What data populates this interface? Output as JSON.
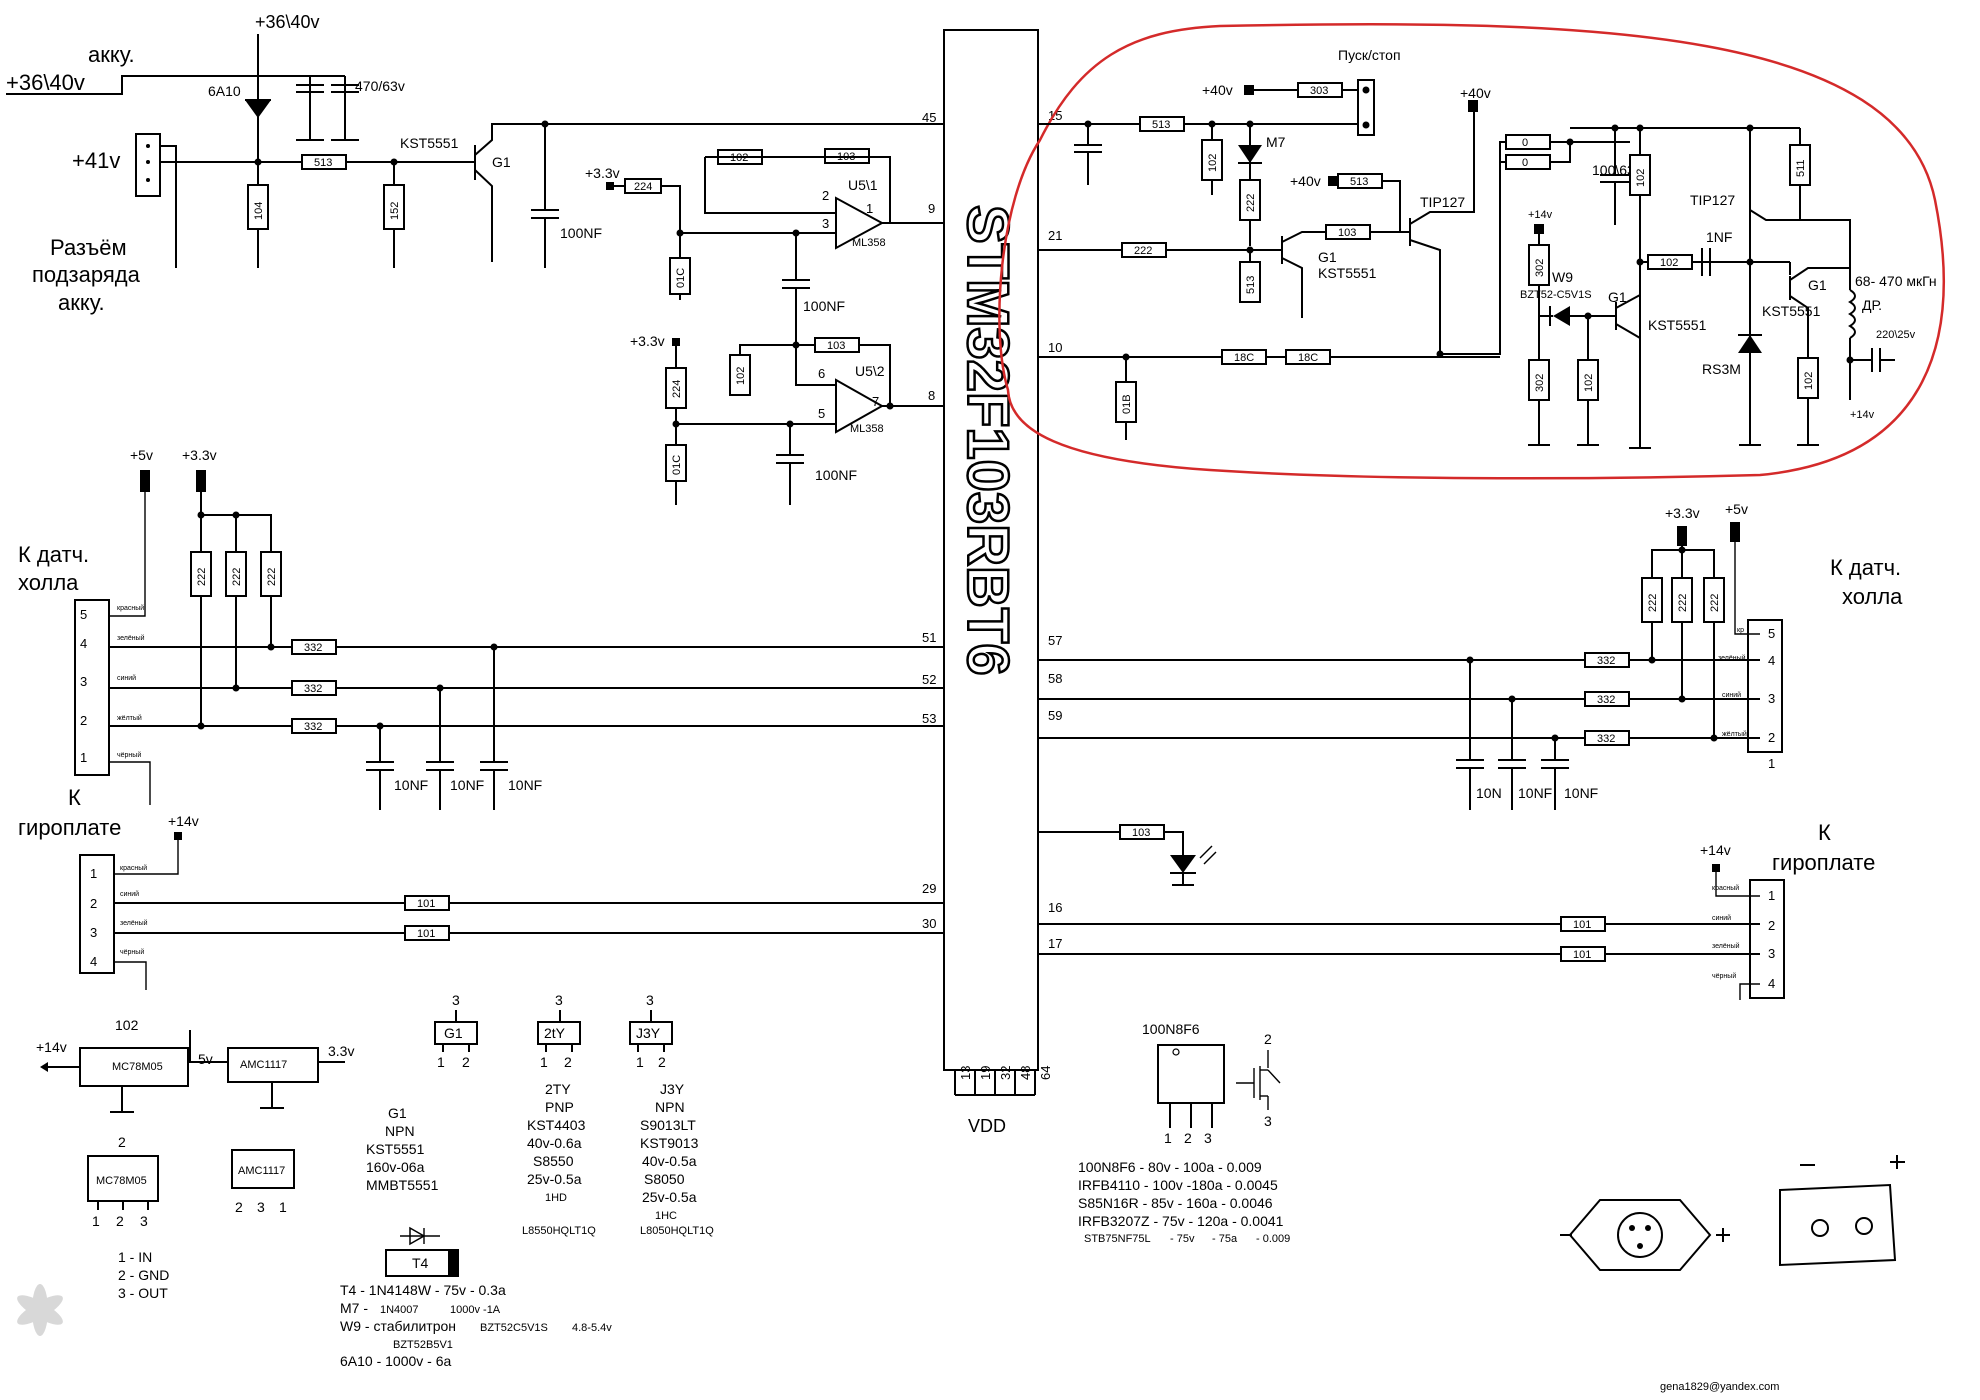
{
  "top": {
    "v36_40_top": "+36\\40v",
    "akku": "акку.",
    "v36_40_left": "+36\\40v",
    "d6a10": "6A10",
    "cap470": "470/63v",
    "v41": "+41v",
    "kst": "KST5551",
    "g1": "G1",
    "r513": "513",
    "r104": "104",
    "r152": "152",
    "c100nf": "100NF",
    "razem": [
      "Разъём",
      "подзаряда",
      "акку."
    ]
  },
  "opamps": {
    "v33a": "+3.3v",
    "v33b": "+3.3v",
    "r224a": "224",
    "r224b": "224",
    "r102a": "102",
    "r103a": "103",
    "r103b": "103",
    "r102b": "102",
    "c01a": "01C",
    "c01b": "01C",
    "u51": "U5\\1",
    "u52": "U5\\2",
    "ml358a": "ML358",
    "ml358b": "ML358",
    "c100nf_a": "100NF",
    "c100nf_b": "100NF",
    "p2": "2",
    "p3": "3",
    "p1": "1",
    "p6": "6",
    "p5": "5",
    "p7": "7"
  },
  "mcu": {
    "name": "STM32F103RBT6",
    "vdd": "VDD",
    "pins_bottom": [
      "13",
      "19",
      "32",
      "48",
      "64"
    ],
    "pins_left": [
      "45",
      "9",
      "8",
      "51",
      "52",
      "53",
      "29",
      "30"
    ],
    "pins_right": [
      "15",
      "21",
      "10",
      "57",
      "58",
      "59",
      "16",
      "17"
    ]
  },
  "hall_left": {
    "title": [
      "К датч.",
      "холла"
    ],
    "v5": "+5v",
    "v33": "+3.3v",
    "r222": [
      "222",
      "222",
      "222"
    ],
    "r332": [
      "332",
      "332",
      "332"
    ],
    "c10nf": [
      "10NF",
      "10NF",
      "10NF"
    ],
    "pins": [
      "5",
      "4",
      "3",
      "2",
      "1"
    ],
    "wires": [
      "красный",
      "зелёный",
      "синий",
      "жёлтый",
      "чёрный"
    ]
  },
  "hall_right": {
    "title": [
      "К датч.",
      "холла"
    ],
    "v33": "+3.3v",
    "v5": "+5v",
    "r222": [
      "222",
      "222",
      "222"
    ],
    "r332": [
      "332",
      "332",
      "332"
    ],
    "caps": [
      "10N",
      "10NF",
      "10NF"
    ],
    "pins": [
      "5",
      "4",
      "3",
      "2",
      "1"
    ],
    "wires": [
      "кр",
      "зелёный",
      "синий",
      "жёлтый"
    ]
  },
  "gyro_left": {
    "title": [
      "К",
      "гироплате"
    ],
    "v14": "+14v",
    "r101": [
      "101",
      "101"
    ],
    "pins": [
      "1",
      "2",
      "3",
      "4"
    ],
    "wires": [
      "красный",
      "синий",
      "зелёный",
      "чёрный"
    ]
  },
  "gyro_right": {
    "title": [
      "К",
      "гироплате"
    ],
    "v14": "+14v",
    "r101": [
      "101",
      "101"
    ],
    "pins": [
      "1",
      "2",
      "3",
      "4"
    ],
    "wires": [
      "красный",
      "синий",
      "зелёный",
      "чёрный"
    ]
  },
  "led": {
    "r103": "103"
  },
  "reg": {
    "v14": "+14v",
    "label102": "102",
    "mc78": "MC78M05",
    "v5": "5v",
    "amc": "AMC1117",
    "v33": "3.3v",
    "pins_mc": [
      "1",
      "2",
      "3"
    ],
    "pin2": "2",
    "pins_amc": [
      "2",
      "3",
      "1"
    ],
    "legend": [
      "1 - IN",
      "2 - GND",
      "3 - OUT"
    ]
  },
  "transistors": {
    "g1": {
      "top": "3",
      "mark": "G1",
      "pins": [
        "1",
        "2"
      ],
      "desc": [
        "G1",
        "NPN",
        "KST5551",
        "160v-06a"
      ],
      "alt": "MMBT5551"
    },
    "tty": {
      "top": "3",
      "mark": "2tY",
      "pins": [
        "1",
        "2"
      ],
      "desc": [
        "2TY",
        "PNP",
        "KST4403",
        "40v-0.6a",
        "S8550",
        "25v-0.5a"
      ],
      "code": "1HD",
      "alt": "L8550HQLT1Q"
    },
    "j3y": {
      "top": "3",
      "mark": "J3Y",
      "pins": [
        "1",
        "2"
      ],
      "desc": [
        "J3Y",
        "NPN",
        "S9013LT",
        "KST9013",
        "40v-0.5a",
        "S8050",
        "25v-0.5a"
      ],
      "code": "1HC",
      "alt": "L8050HQLT1Q"
    }
  },
  "diodes": {
    "t4": "T4",
    "lines": [
      [
        "T4 - 1N4148W - 75v - 0.3a"
      ],
      [
        "M7 - ",
        "1N4007",
        "1000v -1A"
      ],
      [
        "W9 - стабилитрон ",
        "BZT52C5V1S",
        "4.8-5.4v"
      ],
      [
        "BZT52B5V1"
      ],
      [
        "6A10 - 1000v - 6a"
      ]
    ]
  },
  "mosfet": {
    "name": "100N8F6",
    "pins": [
      "1",
      "2",
      "3"
    ],
    "p2": "2",
    "p3": "3",
    "lines": [
      "100N8F6 - 80v - 100a - 0.009",
      "IRFB4110 - 100v -180a - 0.0045",
      "S85N16R - 85v - 160a - 0.0046",
      "IRFB3207Z - 75v - 120a - 0.0041"
    ],
    "last": [
      "STB75NF75L",
      "- 75v",
      "- 75a",
      "- 0.009"
    ]
  },
  "hv": {
    "pusk": "Пуск/стоп",
    "v40a": "+40v",
    "r303": "303",
    "r513a": "513",
    "m7": "M7",
    "r102": "102",
    "r222a": "222",
    "v40b": "+40v",
    "r513b": "513",
    "tip127a": "TIP127",
    "r222b": "222",
    "g1": "G1",
    "kst": "KST5551",
    "r513c": "513",
    "r103": "103",
    "r18c": [
      "18C",
      "18C"
    ],
    "c01b": "01B",
    "v40c": "+40v",
    "r0": [
      "0",
      "0"
    ],
    "cap": "100\\63v",
    "r102b": "102",
    "v14": "+14v",
    "r302": "302",
    "w9": "W9",
    "bzt": "BZT52-C5V1S",
    "g1b": "G1",
    "kstb": "KST5551",
    "r302b": "302",
    "r102c": "102",
    "tip127b": "TIP127",
    "c1nf": "1NF",
    "r102d": "102",
    "r511": "511",
    "g1c": "G1",
    "kstc": "KST5551",
    "rs3m": "RS3M",
    "r102e": "102",
    "l": "68- 470 мкГн",
    "dr": "ДР.",
    "c220": "220\\25v",
    "v14b": "+14v"
  },
  "email": "gena1829@yandex.com"
}
